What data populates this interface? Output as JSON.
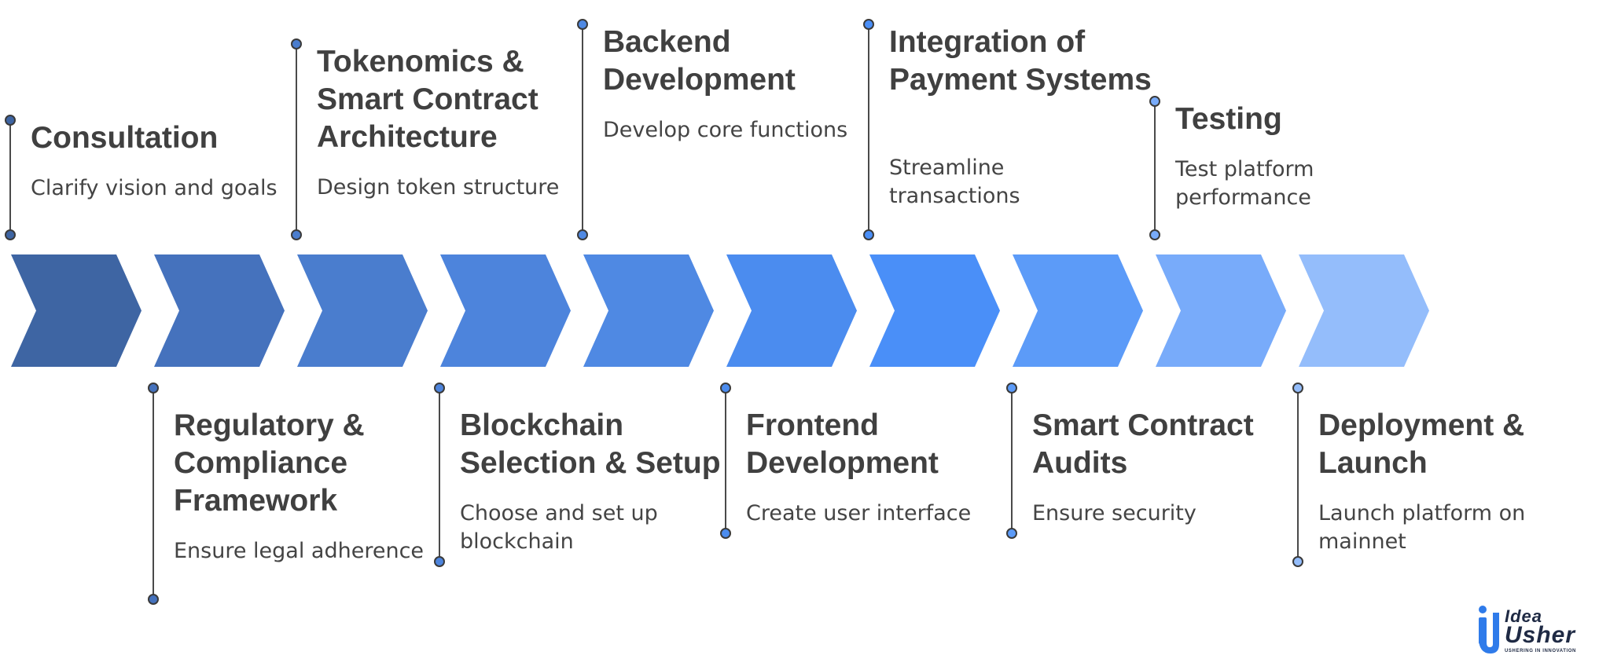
{
  "steps": [
    {
      "title": "Consultation",
      "description": "Clarify vision and goals",
      "position": "top",
      "color": "#3E65A3"
    },
    {
      "title": "Regulatory & Compliance Framework",
      "description": "Ensure legal adherence",
      "position": "bottom",
      "color": "#4572BD"
    },
    {
      "title": "Tokenomics & Smart Contract Architecture",
      "description": "Design token structure",
      "position": "top",
      "color": "#4A7DCE"
    },
    {
      "title": "Blockchain Selection & Setup",
      "description": "Choose and set up blockchain",
      "position": "bottom",
      "color": "#4D84DC"
    },
    {
      "title": "Backend Development",
      "description": "Develop core functions",
      "position": "top",
      "color": "#4F89E3"
    },
    {
      "title": "Frontend Development",
      "description": "Create user interface",
      "position": "bottom",
      "color": "#4B8CEF"
    },
    {
      "title": "Integration of Payment Systems",
      "description": "Streamline transactions",
      "position": "top",
      "color": "#4A8FF8"
    },
    {
      "title": "Smart Contract Audits",
      "description": "Ensure security",
      "position": "bottom",
      "color": "#5C9BF8"
    },
    {
      "title": "Testing",
      "description": "Test platform performance",
      "position": "top",
      "color": "#78ABFA"
    },
    {
      "title": "Deployment & Launch",
      "description": "Launch platform on mainnet",
      "position": "bottom",
      "color": "#94BDFB"
    }
  ],
  "logo": {
    "idea": "Idea",
    "usher": "Usher",
    "tagline": "USHERING IN INNOVATION",
    "color_dark": "#1F2A44",
    "color_blue": "#2F7BEA"
  }
}
